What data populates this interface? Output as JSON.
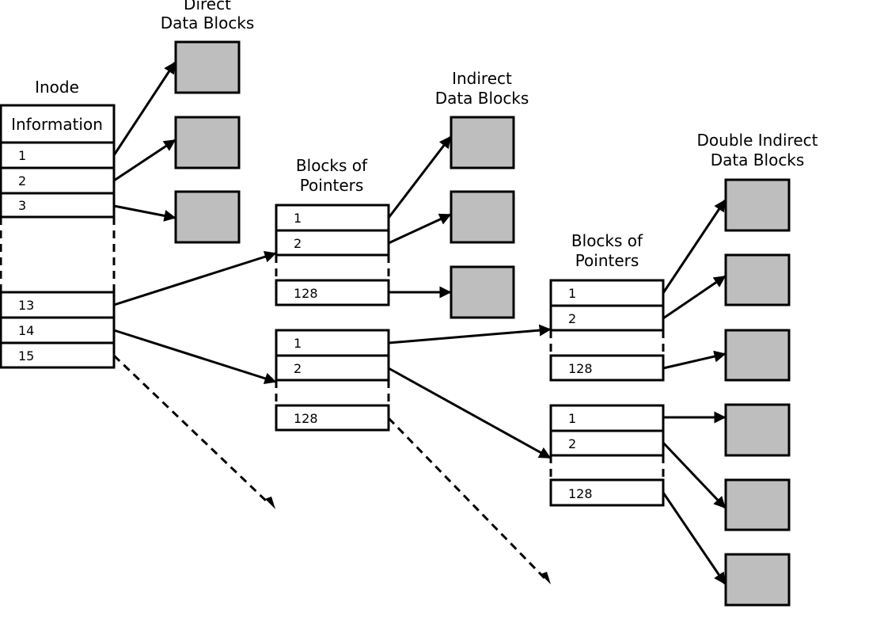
{
  "colors": {
    "data_block_fill": "#bebebe",
    "stroke": "#000000",
    "background": "#ffffff"
  },
  "headings": {
    "direct_line1": "Direct",
    "direct_line2": "Data Blocks",
    "inode": "Inode",
    "indirect_line1": "Indirect",
    "indirect_line2": "Data Blocks",
    "bop1_line1": "Blocks of",
    "bop1_line2": "Pointers",
    "bop2_line1": "Blocks of",
    "bop2_line2": "Pointers",
    "double_line1": "Double Indirect",
    "double_line2": "Data Blocks"
  },
  "inode": {
    "info": "Information",
    "entries": [
      "1",
      "2",
      "3",
      "13",
      "14",
      "15"
    ]
  },
  "pointer_block_entries": [
    "1",
    "2",
    "128"
  ]
}
